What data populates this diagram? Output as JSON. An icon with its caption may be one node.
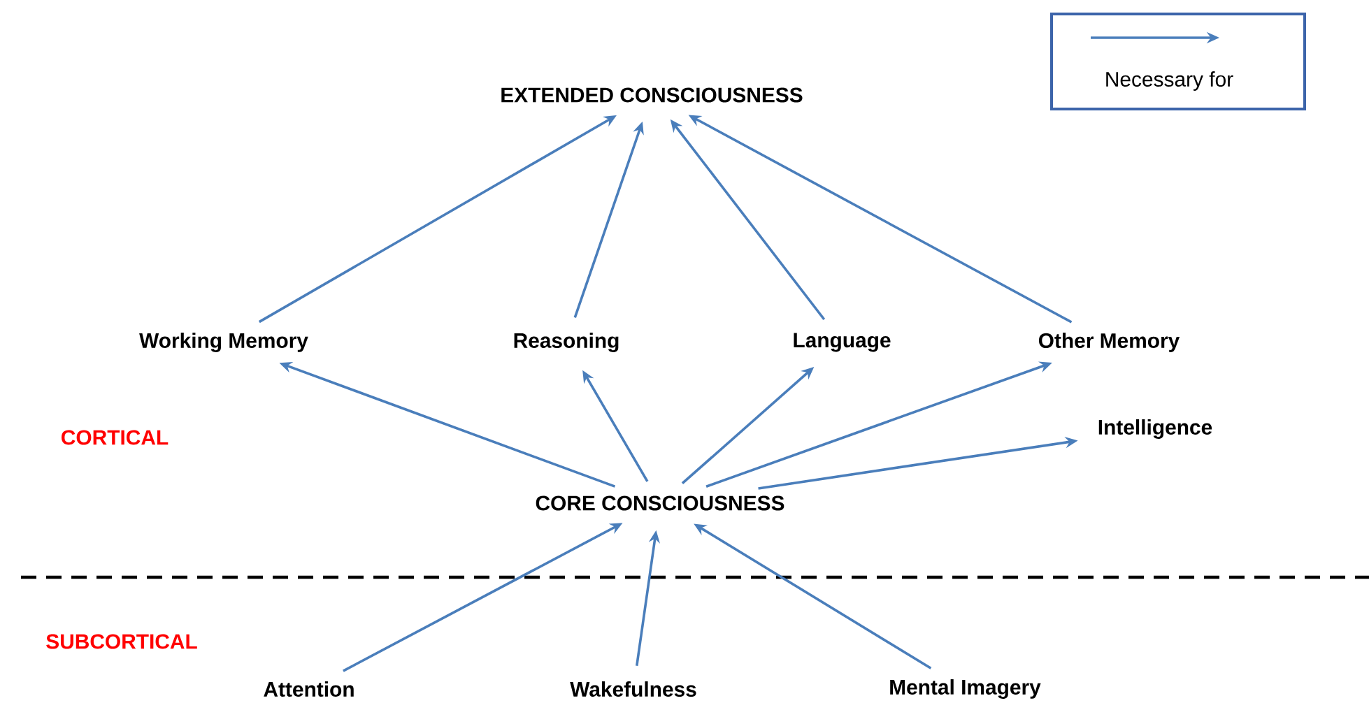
{
  "diagram": {
    "nodes": [
      {
        "text": [
          "EXTENDED CONSCIOUSNESS"
        ]
      },
      {
        "text": [
          "Working Memory"
        ]
      },
      {
        "text": [
          "Reasoning"
        ]
      },
      {
        "text": [
          "Language"
        ]
      },
      {
        "text": [
          "Other Memory"
        ]
      },
      {
        "text": [
          "Intelligence"
        ]
      },
      {
        "text": [
          "CORE CONSCIOUSNESS"
        ]
      },
      {
        "text": [
          "Attention"
        ]
      },
      {
        "text": [
          "Wakefulness"
        ]
      },
      {
        "text": [
          "Mental Imagery"
        ]
      }
    ],
    "edges": [
      {
        "from": 1,
        "to": 0,
        "arrow": "to"
      },
      {
        "from": 2,
        "to": 0,
        "arrow": "to"
      },
      {
        "from": 3,
        "to": 0,
        "arrow": "to"
      },
      {
        "from": 4,
        "to": 0,
        "arrow": "to"
      },
      {
        "from": 6,
        "to": 1,
        "arrow": "to"
      },
      {
        "from": 6,
        "to": 2,
        "arrow": "to"
      },
      {
        "from": 6,
        "to": 3,
        "arrow": "to"
      },
      {
        "from": 6,
        "to": 4,
        "arrow": "to"
      },
      {
        "from": 6,
        "to": 5,
        "arrow": "to"
      },
      {
        "from": 7,
        "to": 6,
        "arrow": "to"
      },
      {
        "from": 8,
        "to": 6,
        "arrow": "to"
      },
      {
        "from": 9,
        "to": 6,
        "arrow": "to"
      }
    ],
    "labels": [
      "CORTICAL",
      "SUBCORTICAL"
    ],
    "legend": [
      {
        "text": "Necessary for"
      }
    ]
  }
}
